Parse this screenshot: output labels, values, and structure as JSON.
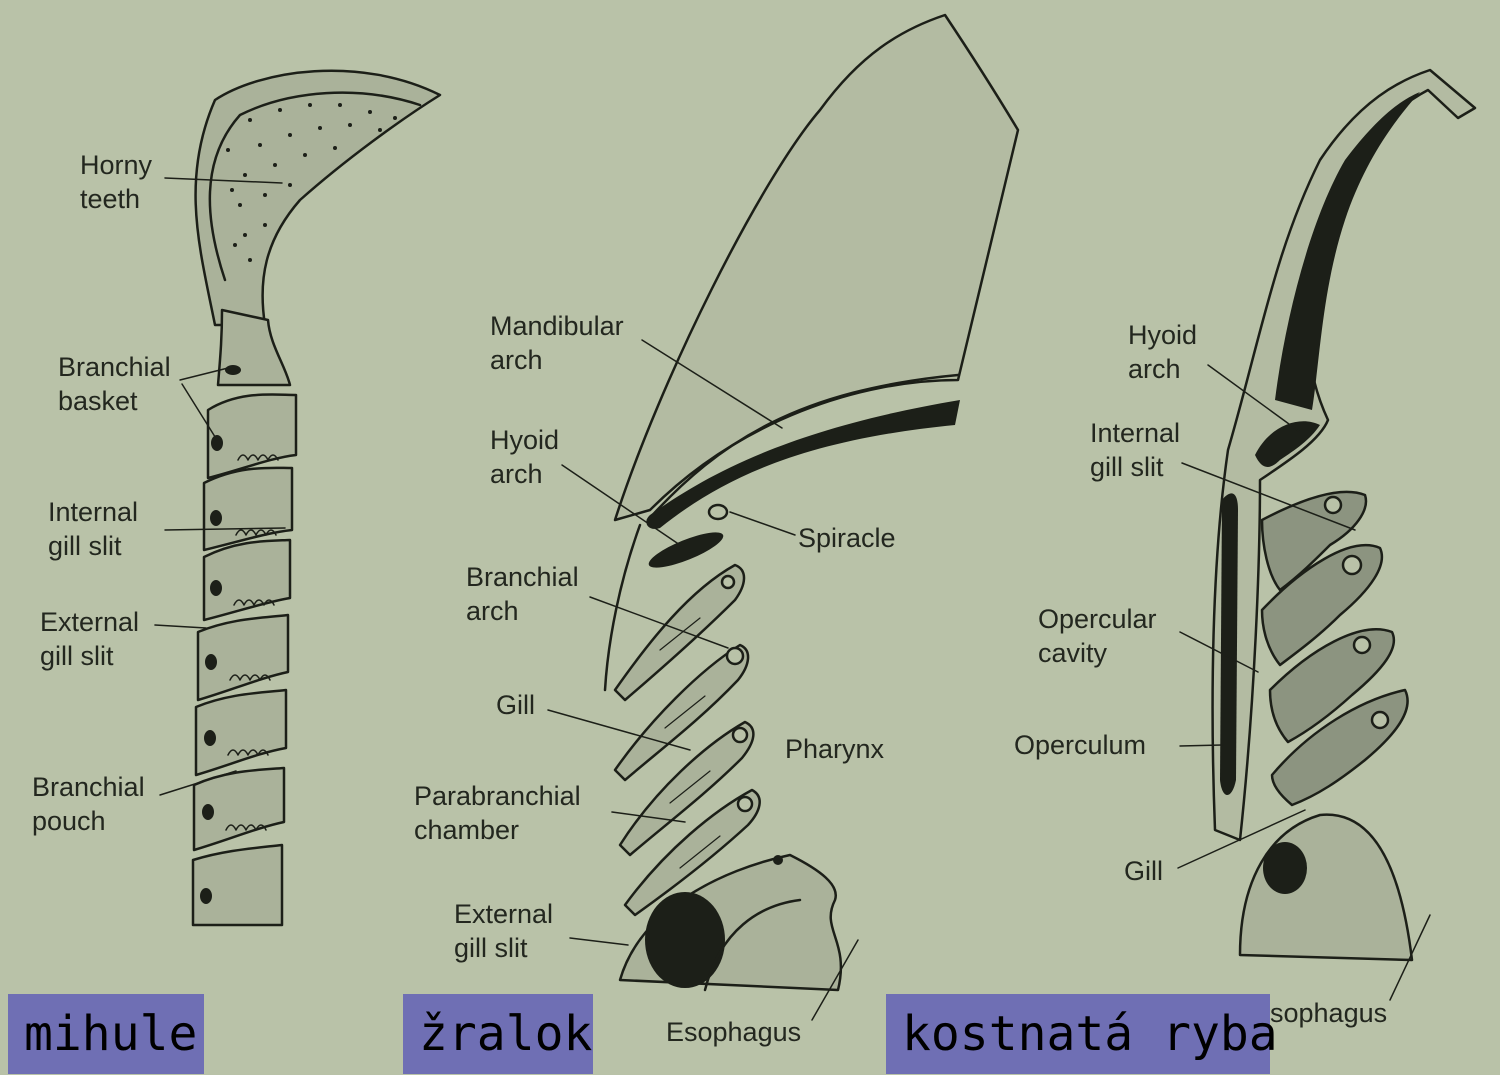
{
  "labels": {
    "lamprey": {
      "horny_teeth": [
        "Horny",
        "teeth"
      ],
      "branchial_basket": [
        "Branchial",
        "basket"
      ],
      "internal_gill_slit": [
        "Internal",
        "gill slit"
      ],
      "external_gill_slit": [
        "External",
        "gill slit"
      ],
      "branchial_pouch": [
        "Branchial",
        "pouch"
      ]
    },
    "shark": {
      "mandibular_arch": [
        "Mandibular",
        "arch"
      ],
      "hyoid_arch": [
        "Hyoid",
        "arch"
      ],
      "spiracle": "Spiracle",
      "branchial_arch": [
        "Branchial",
        "arch"
      ],
      "gill": "Gill",
      "pharynx": "Pharynx",
      "parabranchial_chamber": [
        "Parabranchial",
        "chamber"
      ],
      "external_gill_slit": [
        "External",
        "gill slit"
      ],
      "esophagus": "Esophagus"
    },
    "bony_fish": {
      "hyoid_arch": [
        "Hyoid",
        "arch"
      ],
      "internal_gill_slit": [
        "Internal",
        "gill slit"
      ],
      "opercular_cavity": [
        "Opercular",
        "cavity"
      ],
      "operculum": "Operculum",
      "gill": "Gill",
      "esophagus": "sophagus"
    }
  },
  "captions": {
    "lamprey": "mihule",
    "shark": "žralok",
    "bony_fish": "kostnatá ryba"
  },
  "colors": {
    "background": "#b9c2a8",
    "caption_background": "#6f6fb4",
    "ink": "#1c1f18",
    "fill": "#aab29a"
  }
}
